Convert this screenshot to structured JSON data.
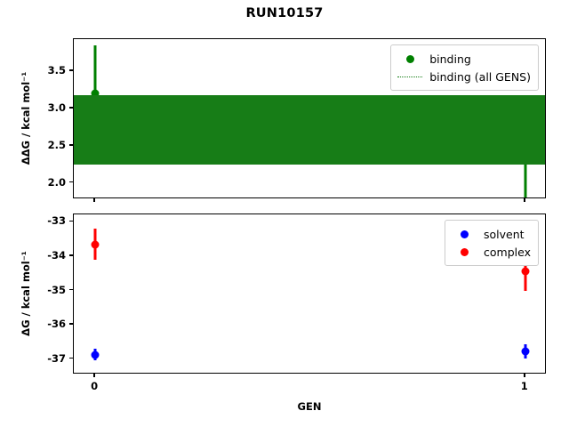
{
  "figure": {
    "title": "RUN10157",
    "xlabel": "GEN",
    "xticks": [
      "0",
      "1"
    ],
    "colors": {
      "binding": "#008000",
      "binding_all_gens": "#177d17",
      "solvent": "#0000ff",
      "complex": "#ff0000",
      "axis": "#000000",
      "background": "#ffffff"
    }
  },
  "top_panel": {
    "ylabel": "ΔΔG / kcal mol⁻¹",
    "yticks": [
      "2.0",
      "2.5",
      "3.0",
      "3.5"
    ],
    "legend": [
      {
        "label": "binding",
        "marker": "circle",
        "color": "#008000"
      },
      {
        "label": "binding (all GENS)",
        "marker": "dotted-line",
        "color": "#177d17"
      }
    ]
  },
  "bottom_panel": {
    "ylabel": "ΔG / kcal mol⁻¹",
    "yticks": [
      "-33",
      "-34",
      "-35",
      "-36",
      "-37"
    ],
    "legend": [
      {
        "label": "solvent",
        "marker": "circle",
        "color": "#0000ff"
      },
      {
        "label": "complex",
        "marker": "circle",
        "color": "#ff0000"
      }
    ]
  },
  "chart_data": [
    {
      "type": "scatter",
      "panel": "top",
      "title": "RUN10157",
      "xlabel": "GEN",
      "ylabel": "ΔΔG / kcal mol⁻¹",
      "x": [
        0,
        1
      ],
      "xlim": [
        -0.05,
        1.05
      ],
      "ylim": [
        1.78,
        3.93
      ],
      "yticks": [
        2.0,
        2.5,
        3.0,
        3.5
      ],
      "grid": false,
      "legend_position": "upper right",
      "series": [
        {
          "name": "binding",
          "color": "#008000",
          "marker": "o",
          "values": [
            3.2,
            2.37
          ],
          "yerr_low": [
            0.96,
            0.61
          ],
          "yerr_high": [
            0.65,
            0.0
          ],
          "err_low_abs": [
            2.24,
            1.76
          ],
          "err_high_abs": [
            3.85,
            2.37
          ]
        },
        {
          "name": "binding (all GENS)",
          "color": "#177d17",
          "linestyle": "dotted",
          "band_low": 2.25,
          "band_high": 3.18,
          "note": "dense dotted horizontal lines spanning all GENS, rendered as a filled band"
        }
      ]
    },
    {
      "type": "scatter",
      "panel": "bottom",
      "xlabel": "GEN",
      "ylabel": "ΔG / kcal mol⁻¹",
      "x": [
        0,
        1
      ],
      "xlim": [
        -0.05,
        1.05
      ],
      "ylim": [
        -37.45,
        -32.78
      ],
      "yticks": [
        -33,
        -34,
        -35,
        -36,
        -37
      ],
      "grid": false,
      "legend_position": "upper right",
      "series": [
        {
          "name": "solvent",
          "color": "#0000ff",
          "marker": "o",
          "values": [
            -36.87,
            -36.78
          ],
          "yerr_low": [
            0.17,
            0.2
          ],
          "yerr_high": [
            0.17,
            0.2
          ],
          "err_low_abs": [
            -37.04,
            -36.98
          ],
          "err_high_abs": [
            -36.7,
            -36.58
          ]
        },
        {
          "name": "complex",
          "color": "#ff0000",
          "marker": "o",
          "values": [
            -33.65,
            -34.45
          ],
          "yerr_low": [
            0.45,
            0.55
          ],
          "yerr_high": [
            0.45,
            0.32
          ],
          "err_low_abs": [
            -34.1,
            -35.0
          ],
          "err_high_abs": [
            -33.2,
            -34.13
          ]
        }
      ]
    }
  ]
}
